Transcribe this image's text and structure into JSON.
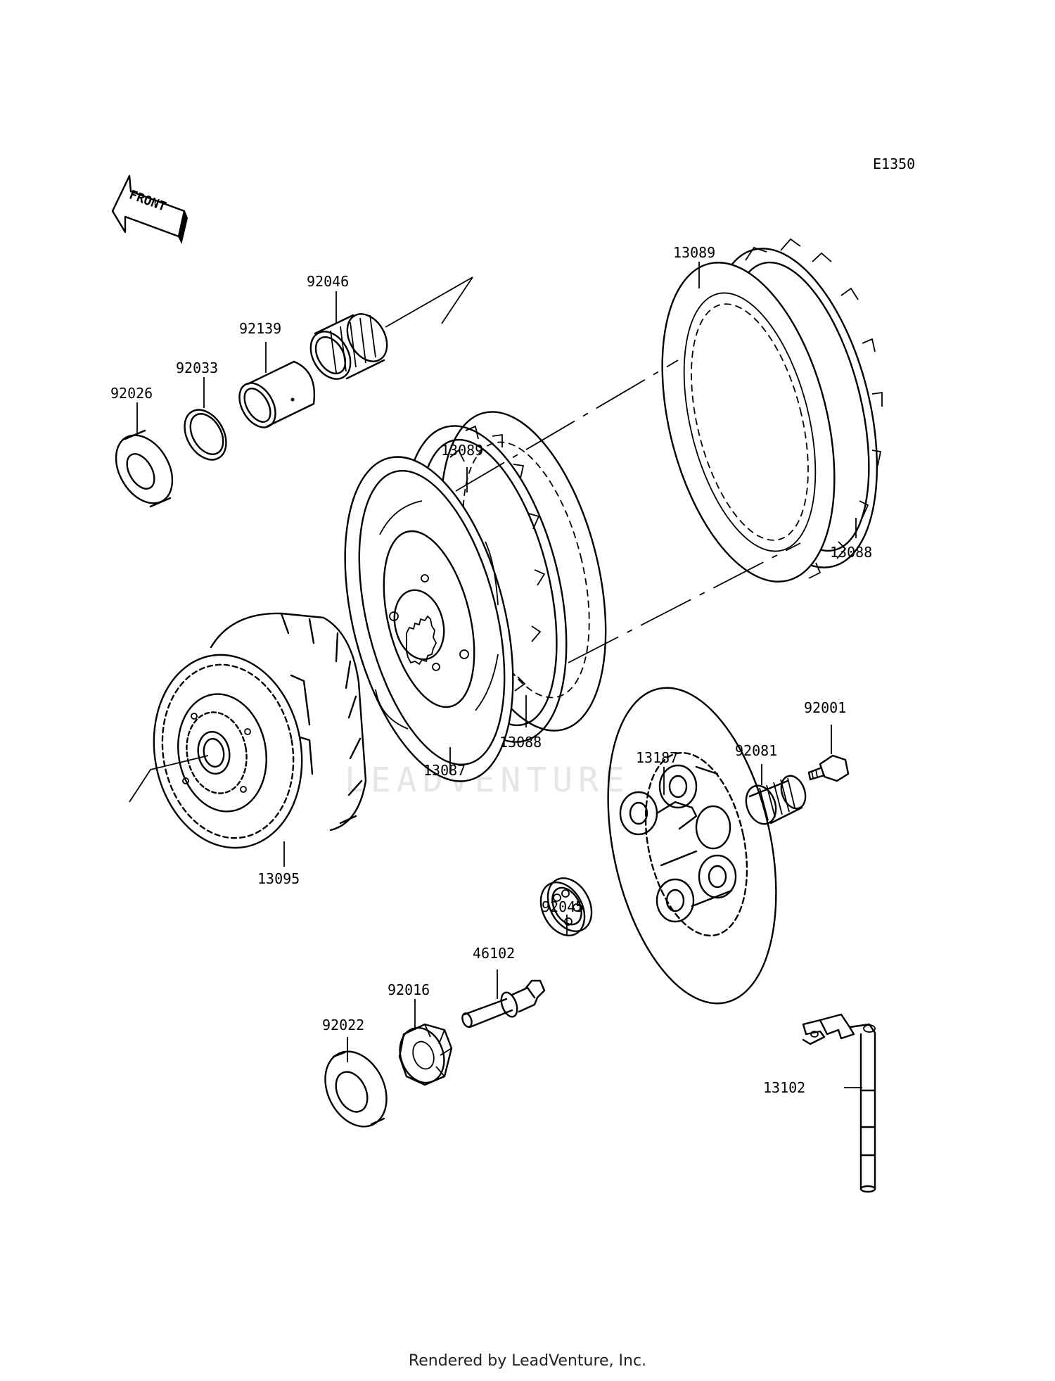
{
  "diagram_code": "E1350",
  "front_label": "FRONT",
  "watermark": "LEADVENTURE",
  "footer": "Rendered by LeadVenture, Inc.",
  "parts": {
    "p92046": "92046",
    "p92139": "92139",
    "p92033": "92033",
    "p92026": "92026",
    "p13089a": "13089",
    "p13089b": "13089",
    "p13088a": "13088",
    "p13088b": "13088",
    "p13087": "13087",
    "p13095": "13095",
    "p92001": "92001",
    "p92081": "92081",
    "p13187": "13187",
    "p92045": "92045",
    "p46102": "46102",
    "p92016": "92016",
    "p92022": "92022",
    "p13102": "13102"
  }
}
